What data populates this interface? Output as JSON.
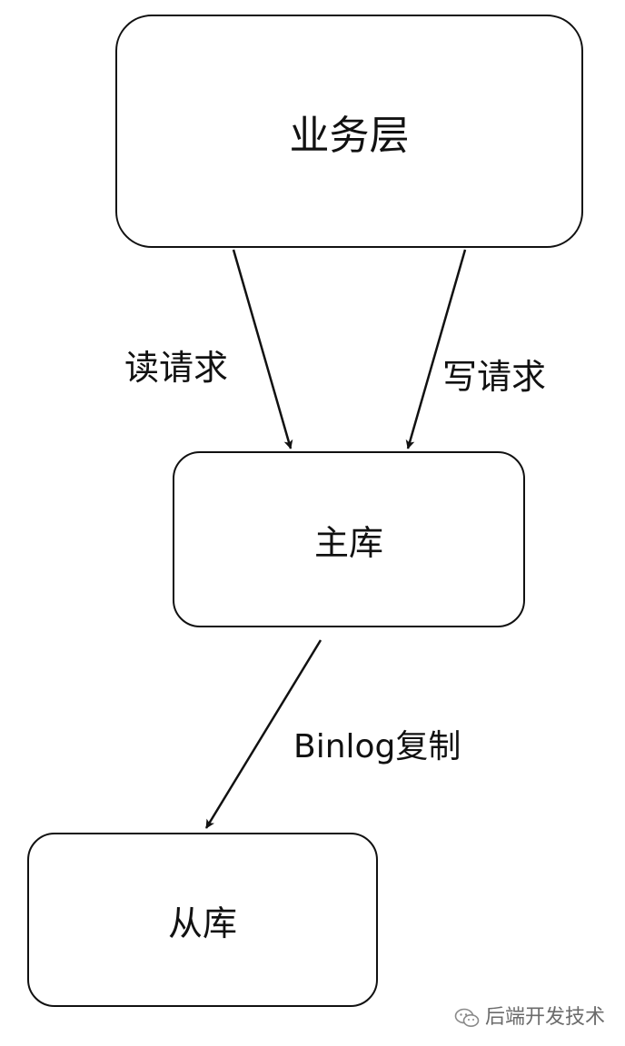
{
  "nodes": {
    "business_layer": "业务层",
    "master_db": "主库",
    "slave_db": "从库"
  },
  "edges": {
    "read_request": "读请求",
    "write_request": "写请求",
    "binlog_replication": "Binlog复制"
  },
  "watermark": {
    "text": "后端开发技术",
    "icon": "wechat-icon"
  },
  "colors": {
    "stroke": "#111111",
    "background": "#ffffff",
    "watermark": "#6b6b6b"
  }
}
